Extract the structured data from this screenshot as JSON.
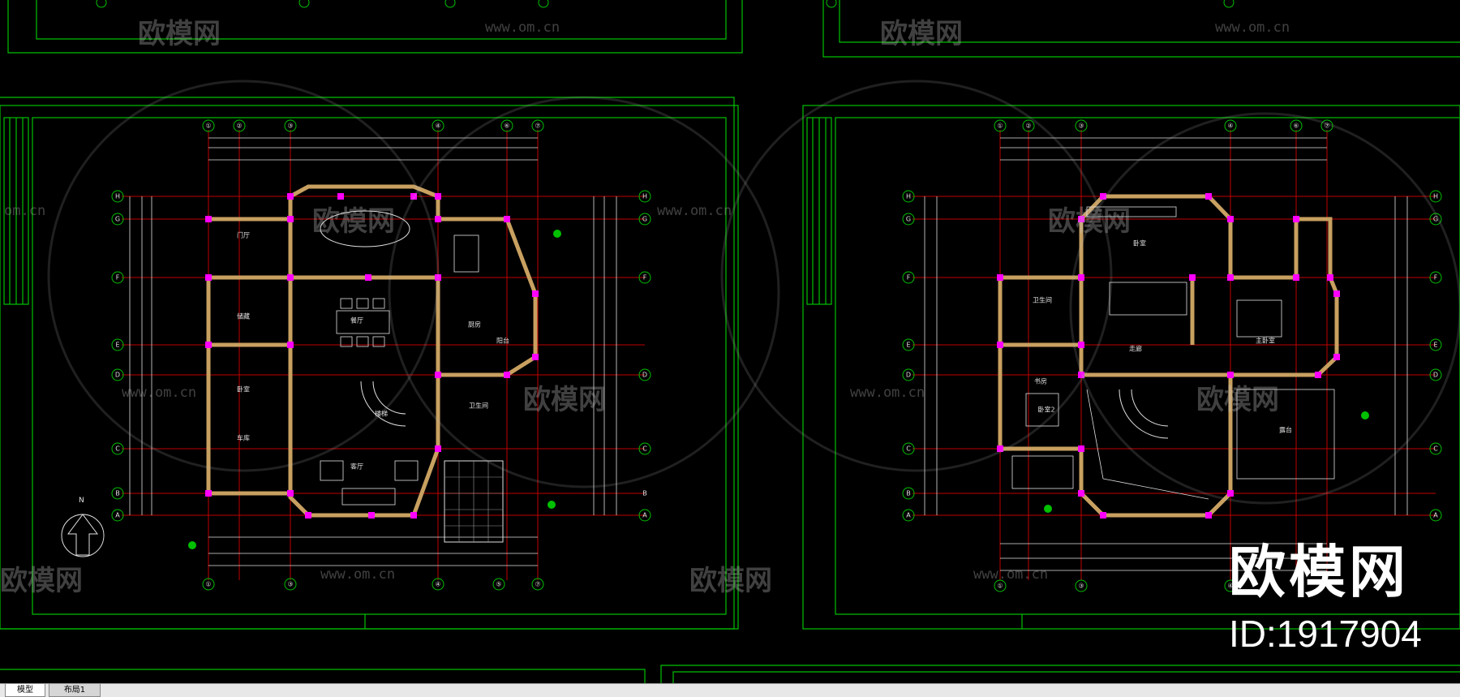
{
  "tabs": [
    {
      "label": "模型",
      "active": true
    },
    {
      "label": "布局1",
      "active": false
    }
  ],
  "watermark": {
    "brand": "欧模网",
    "url": "www.om.cn",
    "url_partial": "om.cn",
    "id": "ID:1917904"
  },
  "plan_left": {
    "compass": "N",
    "axis_columns": [
      "①",
      "②",
      "③",
      "④",
      "⑥",
      "⑦"
    ],
    "axis_columns_bottom": [
      "①",
      "③",
      "④",
      "⑤",
      "⑦"
    ],
    "axis_rows": [
      "H",
      "G",
      "F",
      "E",
      "D",
      "C",
      "B",
      "A"
    ],
    "room_labels": [
      "客厅",
      "餐厅",
      "厨房",
      "卫生间",
      "车库",
      "阳台",
      "门厅",
      "储藏",
      "楼梯",
      "卧室"
    ]
  },
  "plan_right": {
    "axis_columns": [
      "①",
      "②",
      "③",
      "④",
      "⑥",
      "⑦"
    ],
    "axis_rows": [
      "H",
      "G",
      "F",
      "E",
      "D",
      "C",
      "B",
      "A"
    ],
    "room_labels": [
      "卧室",
      "主卧室",
      "卫生间",
      "书房",
      "露台",
      "走廊",
      "卧室2"
    ]
  },
  "colors": {
    "background": "#000000",
    "frame": "#00c000",
    "wall": "#b8860b",
    "column": "#ff00ff",
    "axis": "#ff0000",
    "dimension": "#ffffff",
    "tabbar": "#e8e8e8"
  }
}
